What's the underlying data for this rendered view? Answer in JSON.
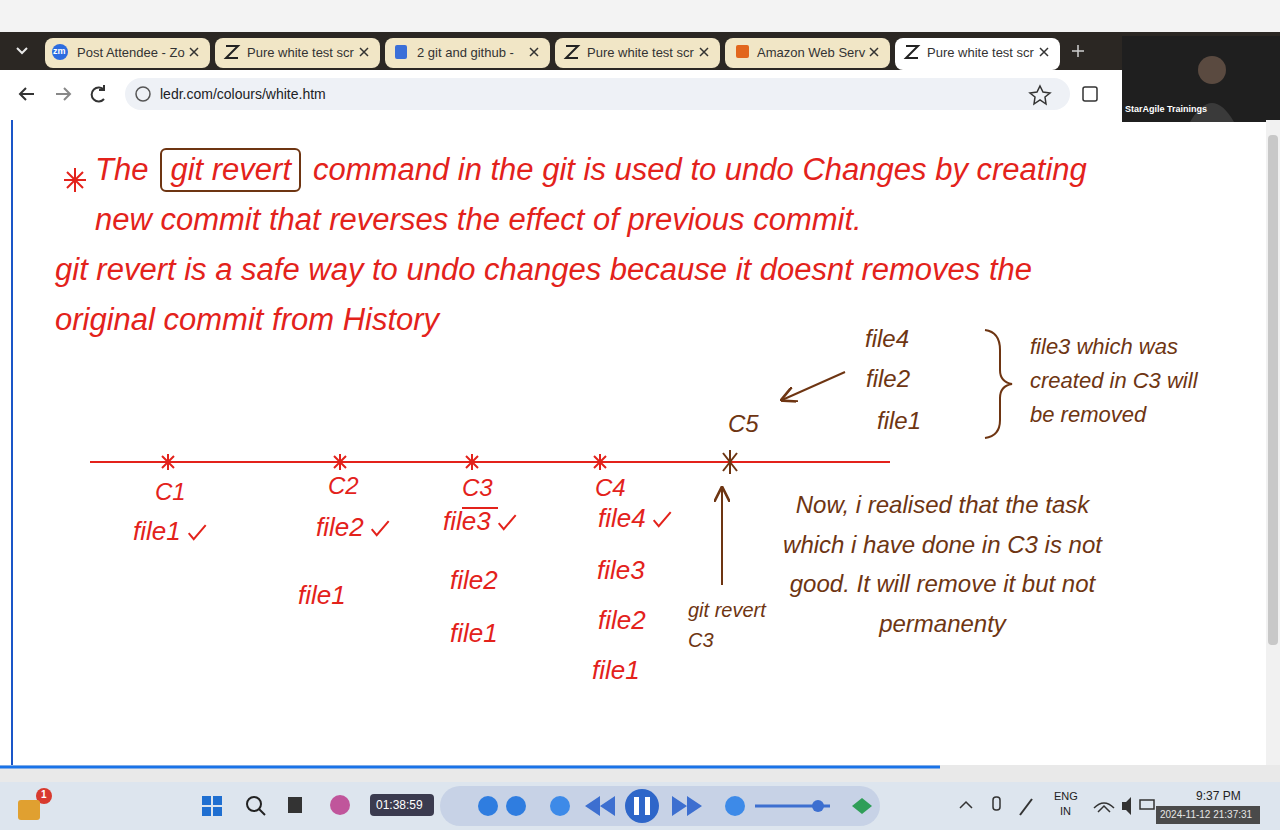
{
  "diagram": {
    "nodes": [
      {
        "text": [
          "git revert"
        ]
      }
    ],
    "edges": [],
    "labels": [
      "zm",
      "Post Attendee - Zo",
      "Pure white test scr",
      "2 git and github -",
      "Pure white test scr",
      "Amazon Web Serv",
      "Pure white test scr",
      "ledr.com/colours/white.htm",
      "StarAgile Trainings",
      "The",
      "command in the git is used to undo Changes by creating new commit that reverses the effect of previous commit.",
      "git revert is a safe way to undo changes because it doesnt removes the original commit from History",
      "C1",
      "C2",
      "C3",
      "C4",
      "C5",
      "file1",
      "file2",
      "file1",
      "file3",
      "file2",
      "file1",
      "file4",
      "file3",
      "file2",
      "file1",
      "file4",
      "file2",
      "file1",
      "file3 which was created in C3 will be removed",
      "git revert C3",
      "Now, i realised that the task which i have done in C3 is not good. It will remove it but not permanenty",
      "1",
      "01:38:59",
      "ENG",
      "IN",
      "9:37 PM",
      "2024-11-12 21:37:31"
    ]
  }
}
